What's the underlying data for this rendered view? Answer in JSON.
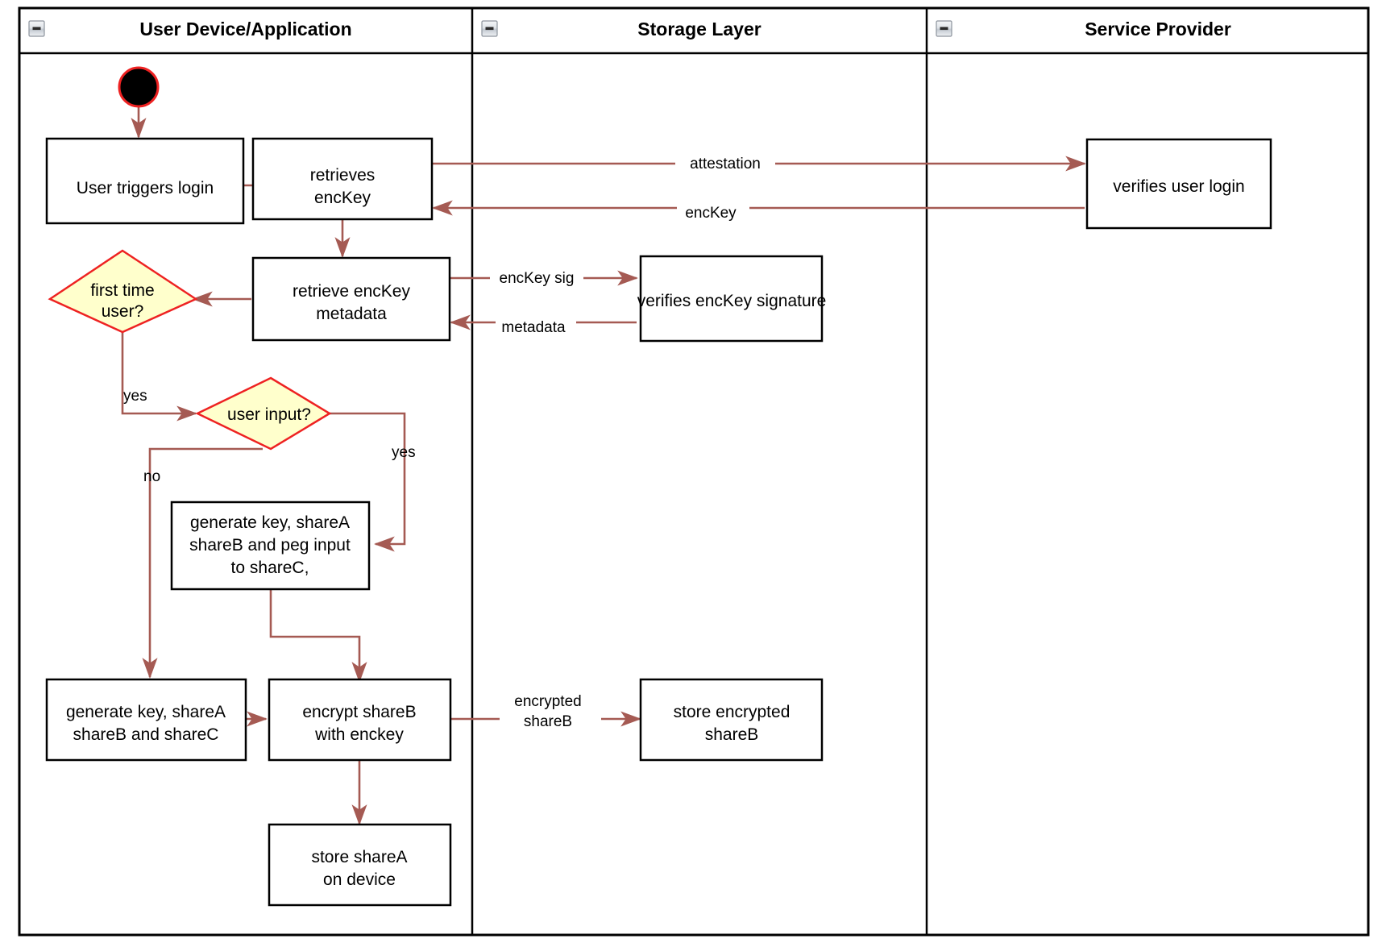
{
  "diagram": {
    "type": "uml-activity-swimlane",
    "title_bar_height": 56,
    "lanes": [
      {
        "id": "lane-user-device",
        "label": "User Device/Application",
        "collapse_icon": "minus-icon"
      },
      {
        "id": "lane-storage",
        "label": "Storage Layer",
        "collapse_icon": "minus-icon"
      },
      {
        "id": "lane-service-provider",
        "label": "Service Provider",
        "collapse_icon": "minus-icon"
      }
    ],
    "nodes": [
      {
        "id": "start",
        "kind": "initial-node",
        "lane": "lane-user-device",
        "label": ""
      },
      {
        "id": "user-triggers-login",
        "kind": "action",
        "lane": "lane-user-device",
        "label": [
          "User triggers login"
        ]
      },
      {
        "id": "retrieves-enckey",
        "kind": "action",
        "lane": "lane-user-device",
        "label": [
          "retrieves",
          "encKey"
        ]
      },
      {
        "id": "retrieve-enckey-metadata",
        "kind": "action",
        "lane": "lane-user-device",
        "label": [
          "retrieve encKey",
          "metadata"
        ]
      },
      {
        "id": "first-time-user",
        "kind": "decision",
        "lane": "lane-user-device",
        "label": [
          "first time",
          "user?"
        ]
      },
      {
        "id": "user-input",
        "kind": "decision",
        "lane": "lane-user-device",
        "label": [
          "user input?"
        ]
      },
      {
        "id": "generate-peg",
        "kind": "action",
        "lane": "lane-user-device",
        "label": [
          "generate key, shareA",
          "shareB and peg input",
          "to shareC,"
        ]
      },
      {
        "id": "generate-shares",
        "kind": "action",
        "lane": "lane-user-device",
        "label": [
          "generate key, shareA",
          "shareB and shareC"
        ]
      },
      {
        "id": "encrypt-shareb",
        "kind": "action",
        "lane": "lane-user-device",
        "label": [
          "encrypt shareB",
          "with enckey"
        ]
      },
      {
        "id": "store-sharea",
        "kind": "action",
        "lane": "lane-user-device",
        "label": [
          "store shareA",
          "on device"
        ]
      },
      {
        "id": "verifies-enckey-signature",
        "kind": "action",
        "lane": "lane-storage",
        "label": [
          "verifies encKey signature"
        ]
      },
      {
        "id": "store-encrypted-shareb",
        "kind": "action",
        "lane": "lane-storage",
        "label": [
          "store encrypted",
          "shareB"
        ]
      },
      {
        "id": "verifies-user-login",
        "kind": "action",
        "lane": "lane-service-provider",
        "label": [
          "verifies user login"
        ]
      }
    ],
    "edges": [
      {
        "id": "e-start",
        "from": "start",
        "to": "user-triggers-login",
        "label": ""
      },
      {
        "id": "e-login-retrieve",
        "from": "user-triggers-login",
        "to": "retrieves-enckey",
        "label": ""
      },
      {
        "id": "e-attestation",
        "from": "retrieves-enckey",
        "to": "verifies-user-login",
        "label": "attestation"
      },
      {
        "id": "e-enckey-back",
        "from": "verifies-user-login",
        "to": "retrieves-enckey",
        "label": "encKey"
      },
      {
        "id": "e-retrieve-meta",
        "from": "retrieves-enckey",
        "to": "retrieve-enckey-metadata",
        "label": ""
      },
      {
        "id": "e-enckey-sig",
        "from": "retrieve-enckey-metadata",
        "to": "verifies-enckey-signature",
        "label": "encKey sig"
      },
      {
        "id": "e-metadata",
        "from": "verifies-enckey-signature",
        "to": "retrieve-enckey-metadata",
        "label": "metadata"
      },
      {
        "id": "e-meta-first",
        "from": "retrieve-enckey-metadata",
        "to": "first-time-user",
        "label": ""
      },
      {
        "id": "e-first-yes",
        "from": "first-time-user",
        "to": "user-input",
        "label": "yes"
      },
      {
        "id": "e-input-yes",
        "from": "user-input",
        "to": "generate-peg",
        "label": "yes"
      },
      {
        "id": "e-input-no",
        "from": "user-input",
        "to": "generate-shares",
        "label": "no"
      },
      {
        "id": "e-peg-encrypt",
        "from": "generate-peg",
        "to": "encrypt-shareb",
        "label": ""
      },
      {
        "id": "e-shares-encrypt",
        "from": "generate-shares",
        "to": "encrypt-shareb",
        "label": ""
      },
      {
        "id": "e-encrypted-shareb",
        "from": "encrypt-shareb",
        "to": "store-encrypted-shareb",
        "label": [
          "encrypted",
          "shareB"
        ]
      },
      {
        "id": "e-store-sharea",
        "from": "encrypt-shareb",
        "to": "store-sharea",
        "label": ""
      }
    ],
    "labels": {
      "attestation": "attestation",
      "enckey": "encKey",
      "enckey_sig": "encKey sig",
      "metadata": "metadata",
      "yes_first": "yes",
      "yes_input": "yes",
      "no_input": "no",
      "encrypted": "encrypted",
      "shareB": "shareB"
    },
    "node_text": {
      "user_triggers_login": "User triggers login",
      "retrieves_l1": "retrieves",
      "retrieves_l2": "encKey",
      "retrieve_meta_l1": "retrieve encKey",
      "retrieve_meta_l2": "metadata",
      "first_time_l1": "first time",
      "first_time_l2": "user?",
      "user_input": "user input?",
      "gen_peg_l1": "generate key, shareA",
      "gen_peg_l2": "shareB and peg input",
      "gen_peg_l3": "to shareC,",
      "gen_shares_l1": "generate key, shareA",
      "gen_shares_l2": "shareB and shareC",
      "encrypt_l1": "encrypt shareB",
      "encrypt_l2": "with enckey",
      "store_sharea_l1": "store shareA",
      "store_sharea_l2": "on device",
      "verifies_sig": "verifies encKey signature",
      "store_enc_l1": "store encrypted",
      "store_enc_l2": "shareB",
      "verifies_login": "verifies user login"
    },
    "colors": {
      "flow": "#a55a53",
      "decision_fill": "#ffffcc",
      "decision_stroke": "#ee2222",
      "start_fill": "#000000",
      "start_stroke": "#ee2222",
      "box_stroke": "#000000",
      "background": "#ffffff"
    }
  }
}
